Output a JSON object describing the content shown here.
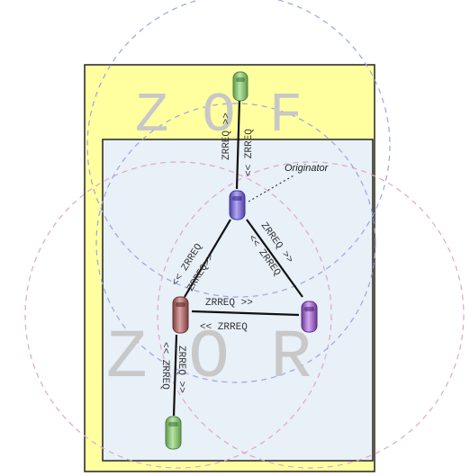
{
  "diagram": {
    "zones": {
      "zof": "Z O F",
      "zor": "Z O R"
    },
    "originator_label": "Originator",
    "messages": {
      "req_up": "ZRREQ >>",
      "req_down": "<< ZRREQ",
      "req_left_a": "<< ZRREQ",
      "req_left_b": "ZRREQ>>",
      "req_right_a": "ZRREQ >>",
      "req_right_b": "<< ZRREQ",
      "req_mid_top": "ZRREQ >>",
      "req_mid_bottom": "<< ZRREQ",
      "req_low_left": "<< ZRREQ",
      "req_low_right": "ZRREQ >>"
    },
    "colors": {
      "outer_zone": "#ffffa0",
      "inner_zone": "#e8f0f8",
      "node_green": "#8fc87a",
      "node_blue": "#8a7ad8",
      "node_red": "#b07070",
      "node_purple": "#a070c8",
      "circle_blue": "#9aa6e0",
      "circle_pink": "#e0a6c8"
    }
  }
}
